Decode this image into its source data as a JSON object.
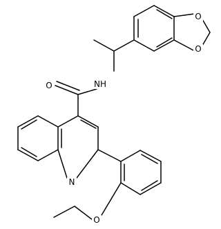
{
  "diagram": {
    "type": "skeletal-structure",
    "colors": {
      "bond": "#000000",
      "background": "#ffffff",
      "label": "#000000"
    },
    "atom_labels": {
      "ring_oxygen_1": "O",
      "ring_oxygen_2": "O",
      "amide_nitrogen": "NH",
      "carbonyl_oxygen": "O",
      "quinoline_nitrogen": "N",
      "ether_oxygen": "O"
    }
  }
}
